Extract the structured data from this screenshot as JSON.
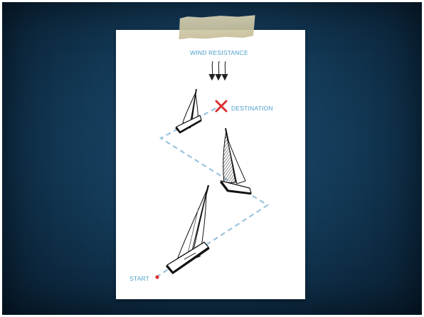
{
  "diagram": {
    "wind_label": "WIND RESISTANCE",
    "destination_label": "DESTINATION",
    "start_label": "START"
  },
  "colors": {
    "background": "#123a57",
    "paper": "#ffffff",
    "label_blue": "#4a9fc9",
    "path_dash": "#9cc3dd",
    "destination_x": "#d93030",
    "start_dot": "#d93030"
  },
  "icons": [
    "wind-arrows-icon",
    "destination-x-icon",
    "sailboat-icon",
    "start-dot-icon",
    "tape-icon"
  ]
}
